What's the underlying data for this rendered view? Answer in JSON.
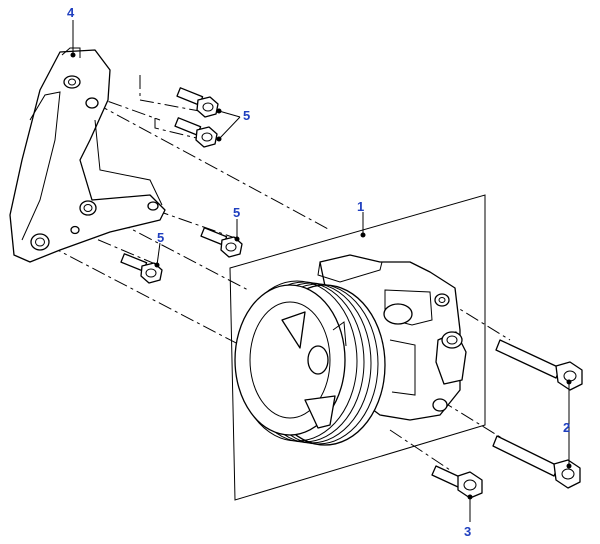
{
  "callouts": {
    "pump": "1",
    "long_bolts": "2",
    "short_bolt": "3",
    "bracket": "4",
    "bracket_bolts_top": "5",
    "bracket_bolt_mid": "5",
    "bracket_bolt_low": "5"
  },
  "colors": {
    "callout_text": "#1f3fbf",
    "line_art": "#000000",
    "background": "#ffffff"
  }
}
